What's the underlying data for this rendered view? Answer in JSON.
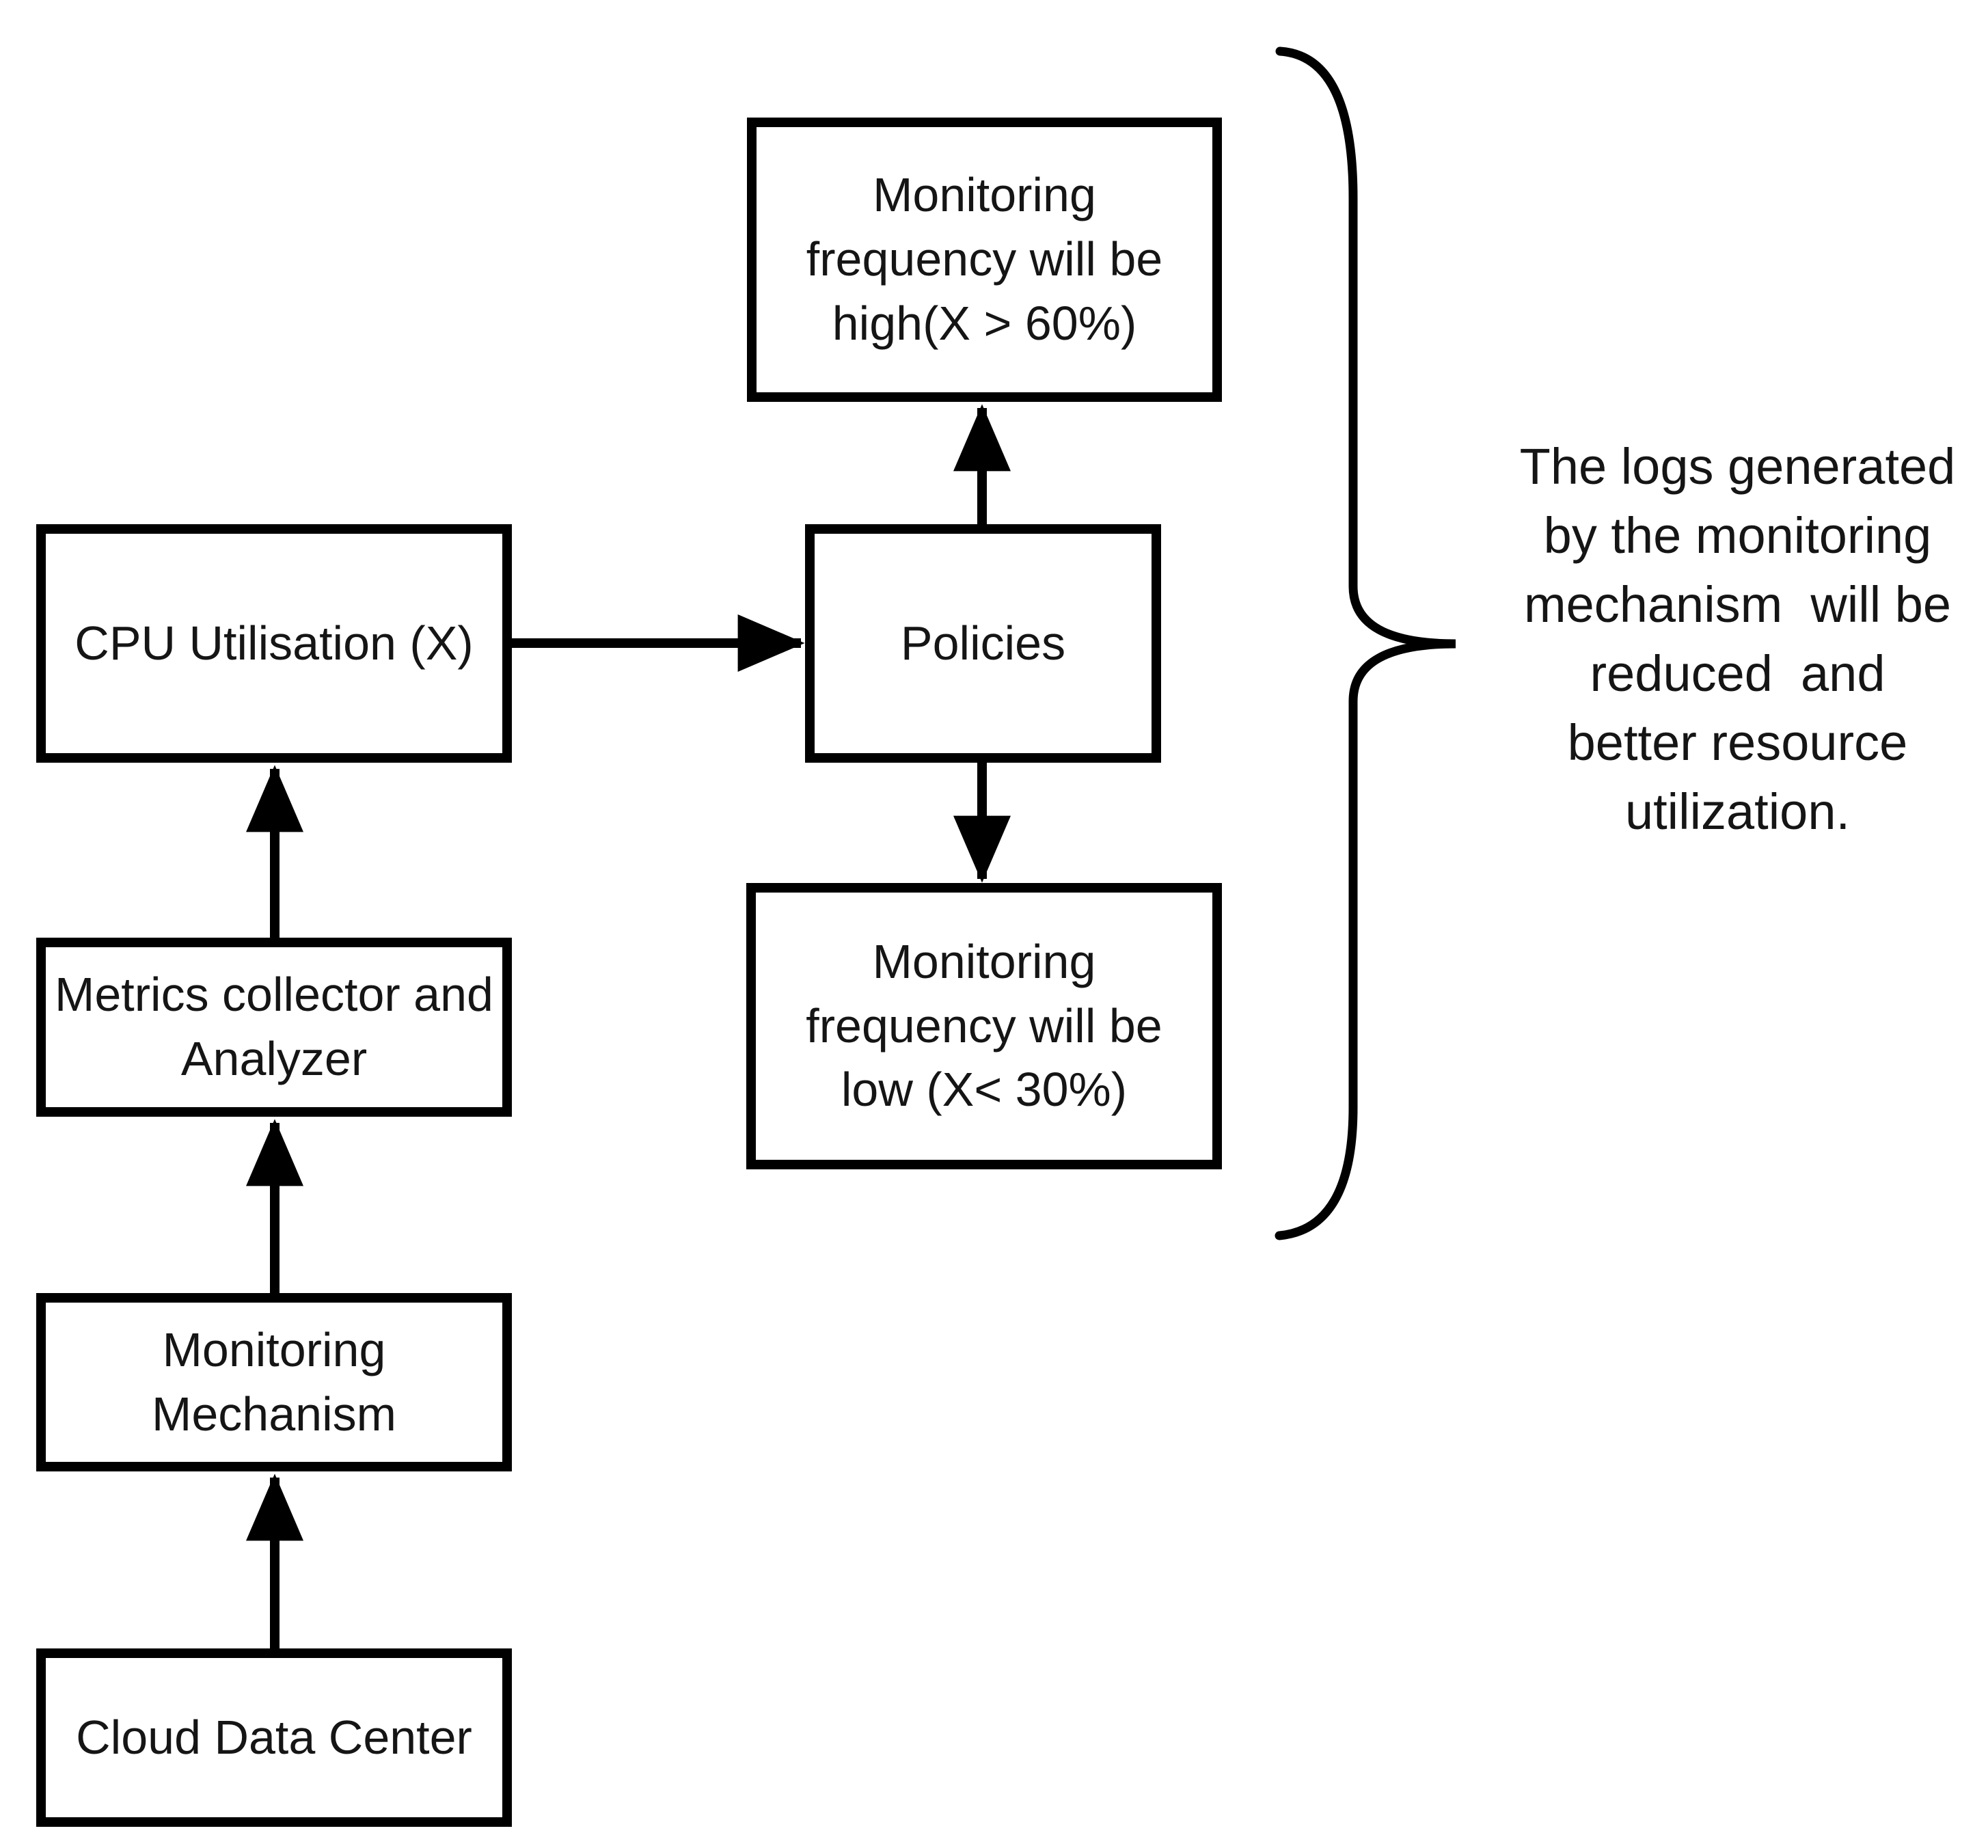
{
  "diagram": {
    "background_color": "#ffffff",
    "stroke_color": "#000000",
    "text_color": "#151515",
    "nodes": {
      "cloud": {
        "label": "Cloud Data Center"
      },
      "mechanism": {
        "label": "Monitoring Mechanism"
      },
      "metrics": {
        "label": "Metrics collector and Analyzer"
      },
      "cpu": {
        "label": "CPU Utilisation (X)"
      },
      "policies": {
        "label": "Policies"
      },
      "high": {
        "label": "Monitoring frequency will be high(X > 60%)"
      },
      "low": {
        "label": "Monitoring frequency will be low (X< 30%)"
      }
    },
    "edges": [
      {
        "from": "Cloud Data Center",
        "to": "Monitoring Mechanism",
        "direction": "up"
      },
      {
        "from": "Monitoring Mechanism",
        "to": "Metrics collector and Analyzer",
        "direction": "up"
      },
      {
        "from": "Metrics collector and Analyzer",
        "to": "CPU Utilisation (X)",
        "direction": "up"
      },
      {
        "from": "CPU Utilisation (X)",
        "to": "Policies",
        "direction": "right"
      },
      {
        "from": "Policies",
        "to": "Monitoring frequency will be high(X > 60%)",
        "direction": "up"
      },
      {
        "from": "Policies",
        "to": "Monitoring frequency will be low (X< 30%)",
        "direction": "down"
      }
    ],
    "annotation": {
      "lines": [
        "The logs generated",
        "by the monitoring",
        "mechanism  will be",
        "reduced  and",
        "better resource",
        "utilization."
      ],
      "full_text": "The logs generated by the monitoring mechanism will be reduced and better resource utilization."
    }
  }
}
